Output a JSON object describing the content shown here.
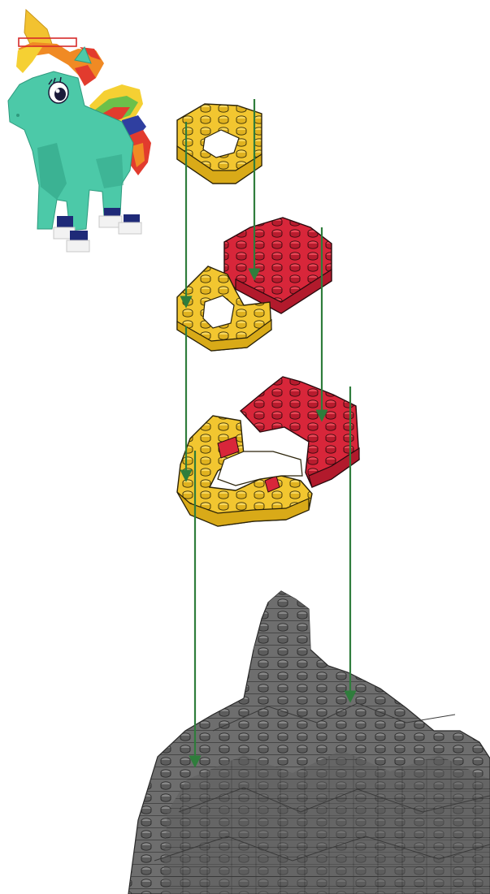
{
  "page": {
    "background": "#ffffff"
  },
  "preview_model": {
    "description_name": "unicorn-model-preview",
    "colors": {
      "body": "#4cc9a8",
      "body_shadow": "#35a88a",
      "horn": "#f2c230",
      "mane_red": "#e23b2e",
      "mane_orange": "#f08a24",
      "mane_yellow": "#f5d033",
      "mane_green": "#6cc04a",
      "mane_blue": "#2f3fa0",
      "hoof_navy": "#1f2a78",
      "hoof_white": "#f2f2f2",
      "eye": "#1b1b3a"
    },
    "highlight_box_color": "#d62a2a"
  },
  "build_step": {
    "layers": [
      {
        "name": "top-yellow-ring",
        "colors": [
          "#f2c630"
        ]
      },
      {
        "name": "middle-yellow-red-layer",
        "colors": [
          "#f2c630",
          "#d8263a"
        ]
      },
      {
        "name": "bottom-yellow-red-layer",
        "colors": [
          "#f2c630",
          "#d8263a"
        ]
      }
    ],
    "base_model_color": "#6d6d6d",
    "guide_color": "#2f7d3c"
  }
}
